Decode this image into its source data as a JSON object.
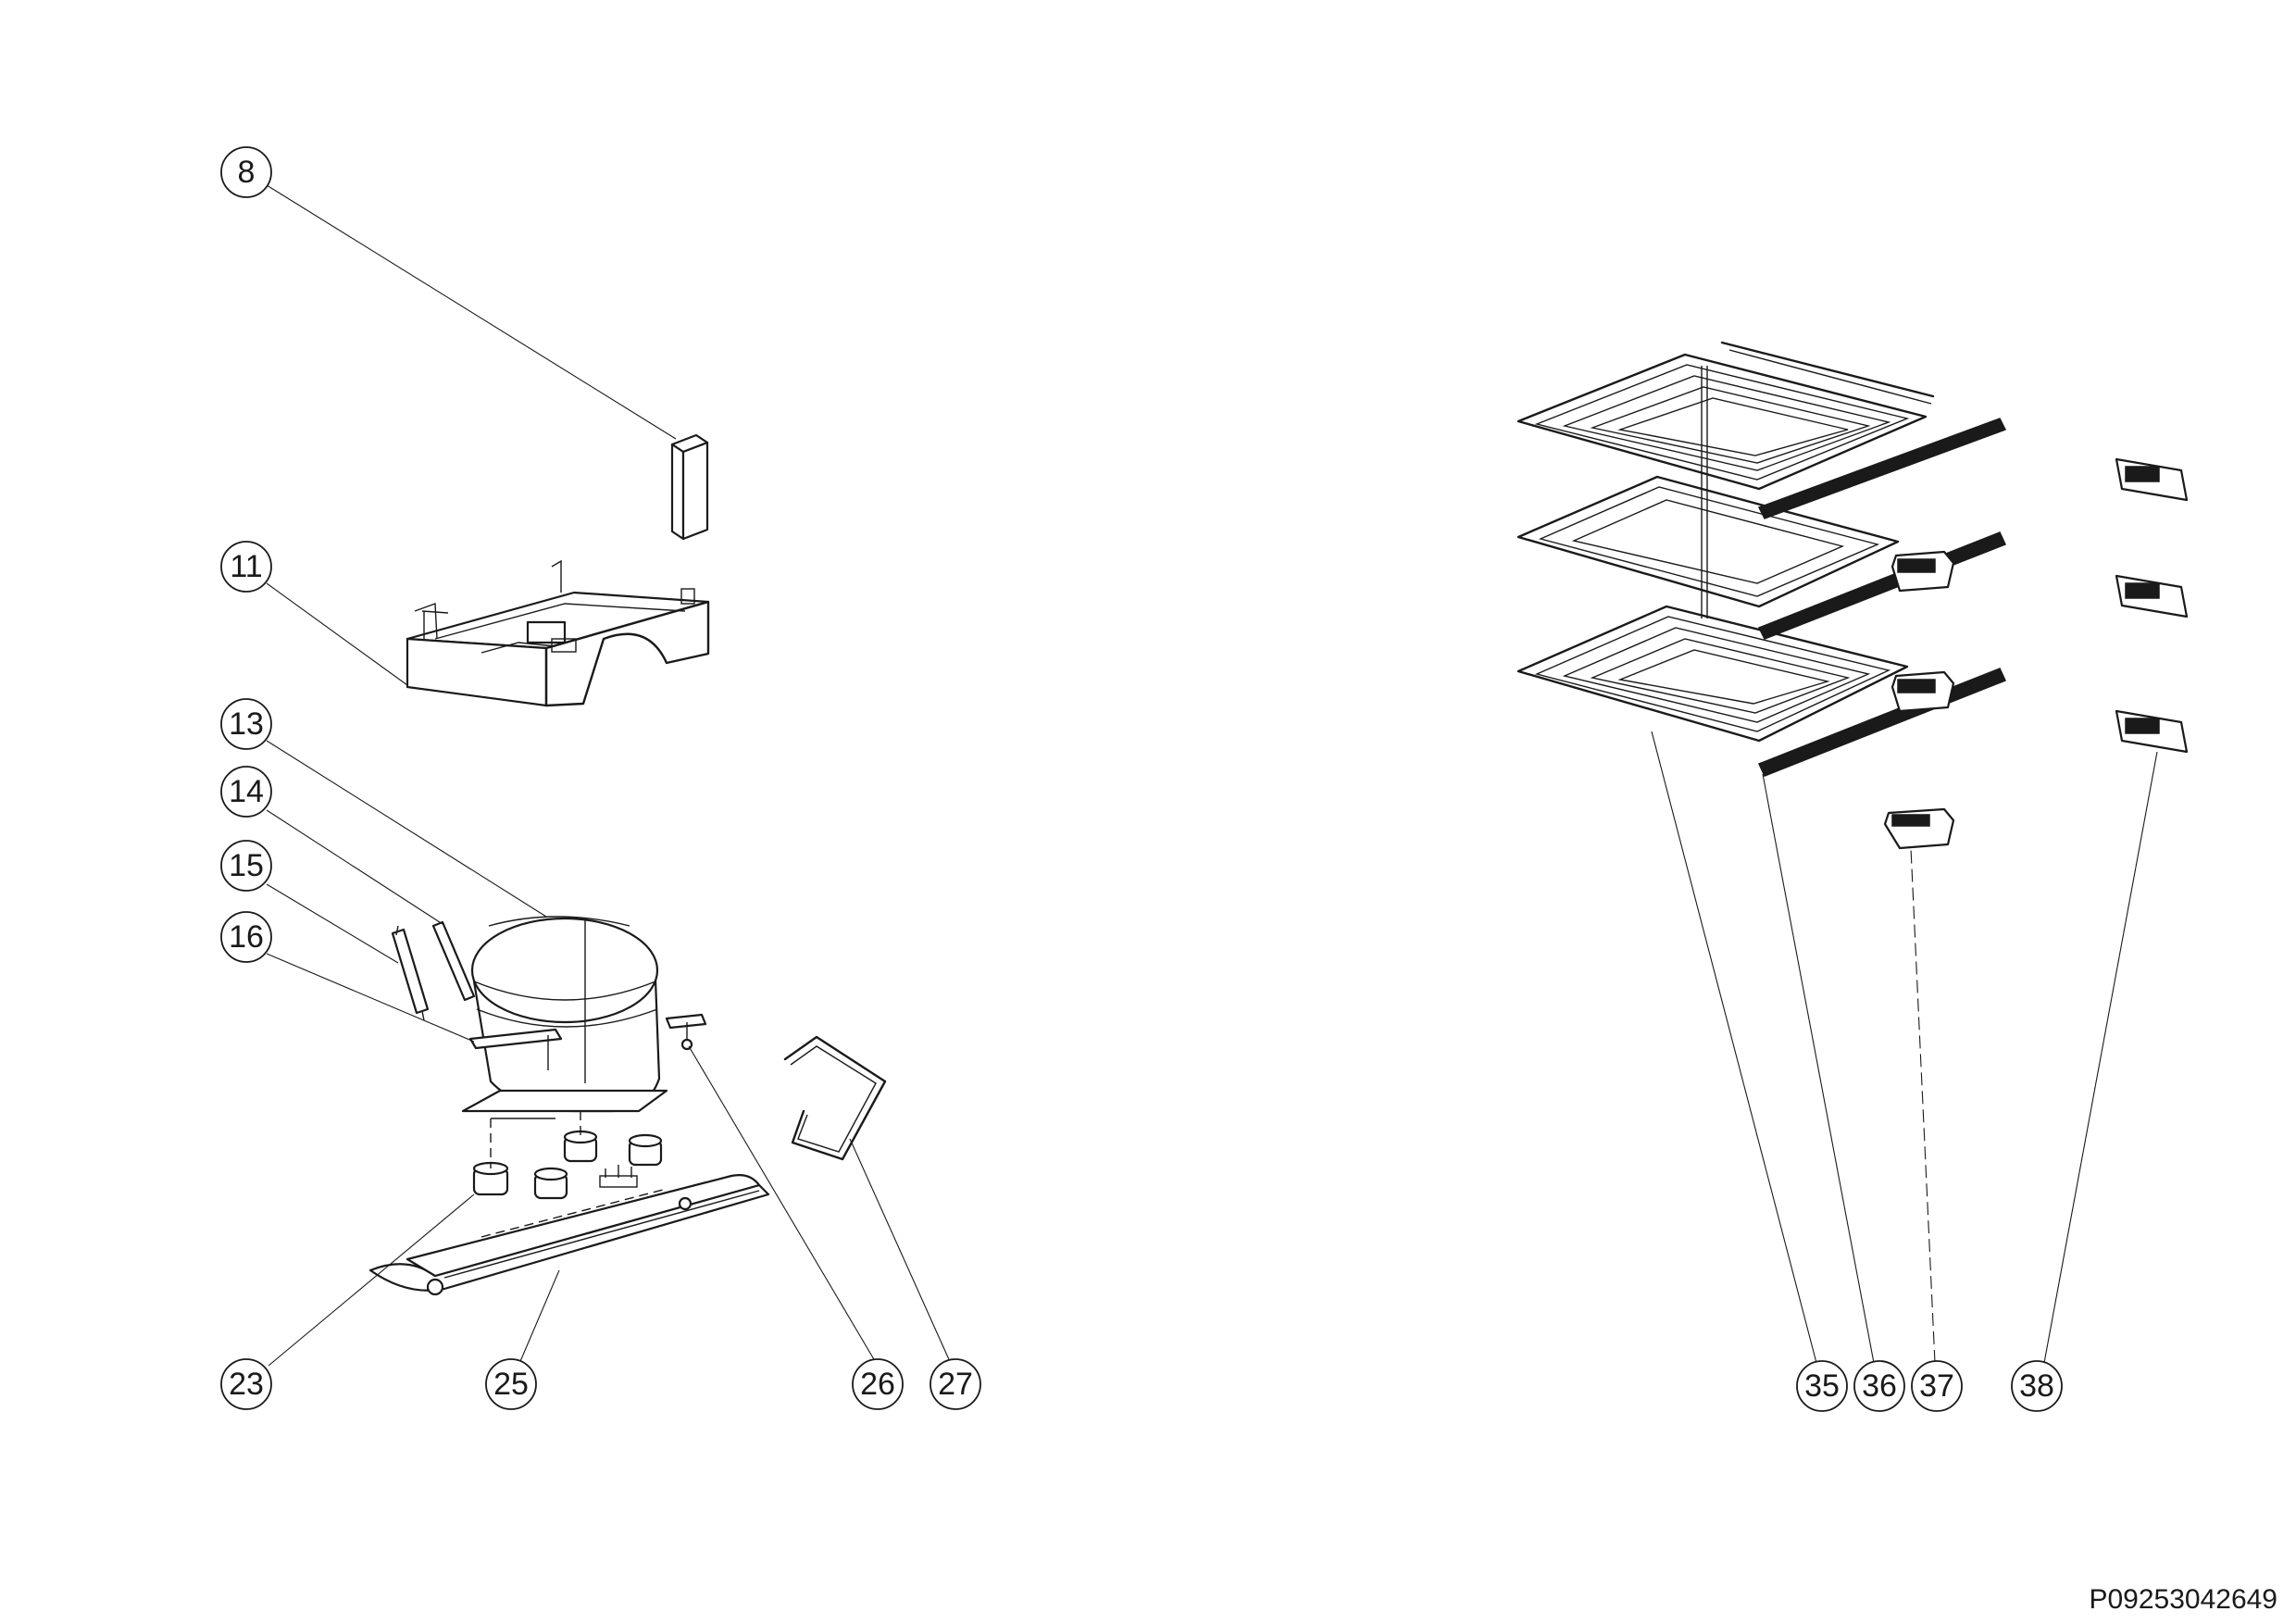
{
  "document_code": "P09253042649",
  "callouts": [
    {
      "id": "8",
      "label": "8"
    },
    {
      "id": "11",
      "label": "11"
    },
    {
      "id": "13",
      "label": "13"
    },
    {
      "id": "14",
      "label": "14"
    },
    {
      "id": "15",
      "label": "15"
    },
    {
      "id": "16",
      "label": "16"
    },
    {
      "id": "23",
      "label": "23"
    },
    {
      "id": "25",
      "label": "25"
    },
    {
      "id": "26",
      "label": "26"
    },
    {
      "id": "27",
      "label": "27"
    },
    {
      "id": "35",
      "label": "35"
    },
    {
      "id": "36",
      "label": "36"
    },
    {
      "id": "37",
      "label": "37"
    },
    {
      "id": "38",
      "label": "38"
    }
  ]
}
